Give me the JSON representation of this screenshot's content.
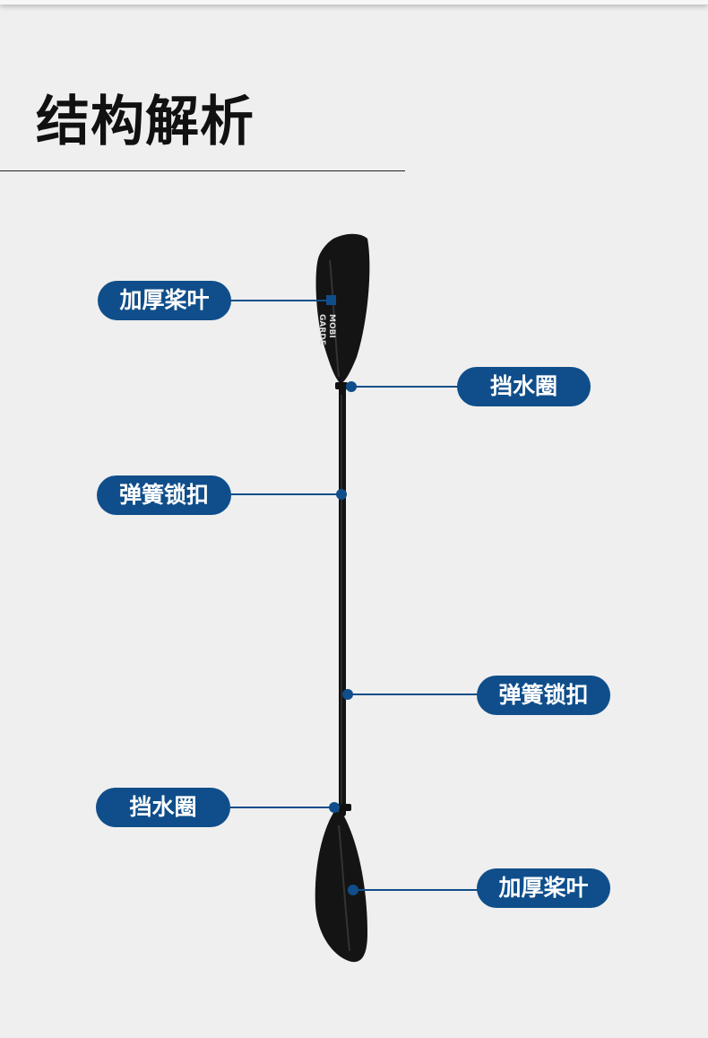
{
  "header": {
    "title": "结构解析"
  },
  "paddle": {
    "brand_line1": "MOBI",
    "brand_line2": "GARDE"
  },
  "callouts": [
    {
      "label": "加厚桨叶"
    },
    {
      "label": "挡水圈"
    },
    {
      "label": "弹簧锁扣"
    },
    {
      "label": "弹簧锁扣"
    },
    {
      "label": "挡水圈"
    },
    {
      "label": "加厚桨叶"
    }
  ],
  "colors": {
    "accent": "#0f4e8a",
    "background": "#efefef",
    "paddle": "#111111"
  }
}
